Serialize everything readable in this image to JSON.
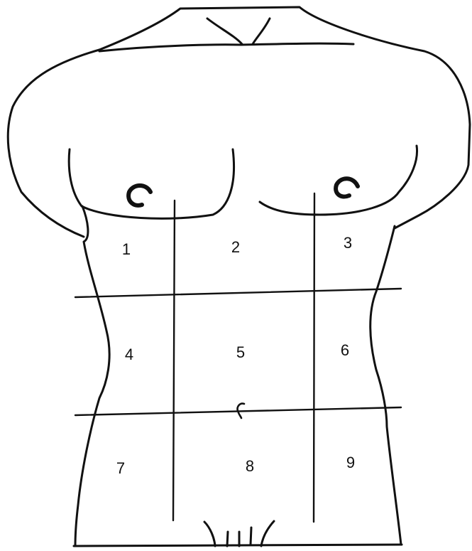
{
  "regions": [
    {
      "number": "1"
    },
    {
      "number": "2"
    },
    {
      "number": "3"
    },
    {
      "number": "4"
    },
    {
      "number": "5"
    },
    {
      "number": "6"
    },
    {
      "number": "7"
    },
    {
      "number": "8"
    },
    {
      "number": "9"
    }
  ]
}
